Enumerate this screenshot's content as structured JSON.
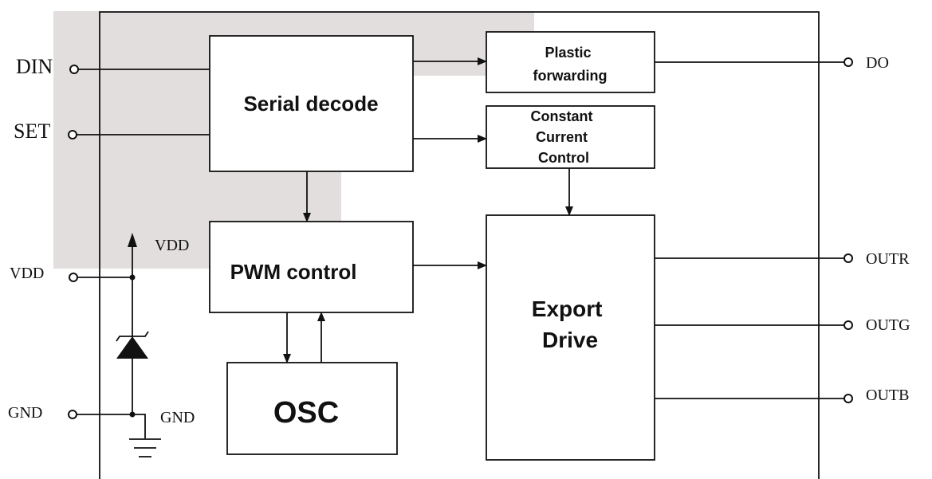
{
  "pins": {
    "din": "DIN",
    "set": "SET",
    "vdd": "VDD",
    "gnd": "GND",
    "do": "DO",
    "outr": "OUTR",
    "outg": "OUTG",
    "outb": "OUTB"
  },
  "internal_labels": {
    "vdd": "VDD",
    "gnd": "GND"
  },
  "blocks": {
    "serial_decode": "Serial decode",
    "plastic_forwarding": [
      "Plastic",
      "forwarding"
    ],
    "constant_current": [
      "Constant",
      "Current",
      "Control"
    ],
    "pwm_control": "PWM control",
    "osc": "OSC",
    "export_drive": [
      "Export",
      "Drive"
    ]
  },
  "colors": {
    "line": "#111111",
    "shade": "#e2dede"
  }
}
